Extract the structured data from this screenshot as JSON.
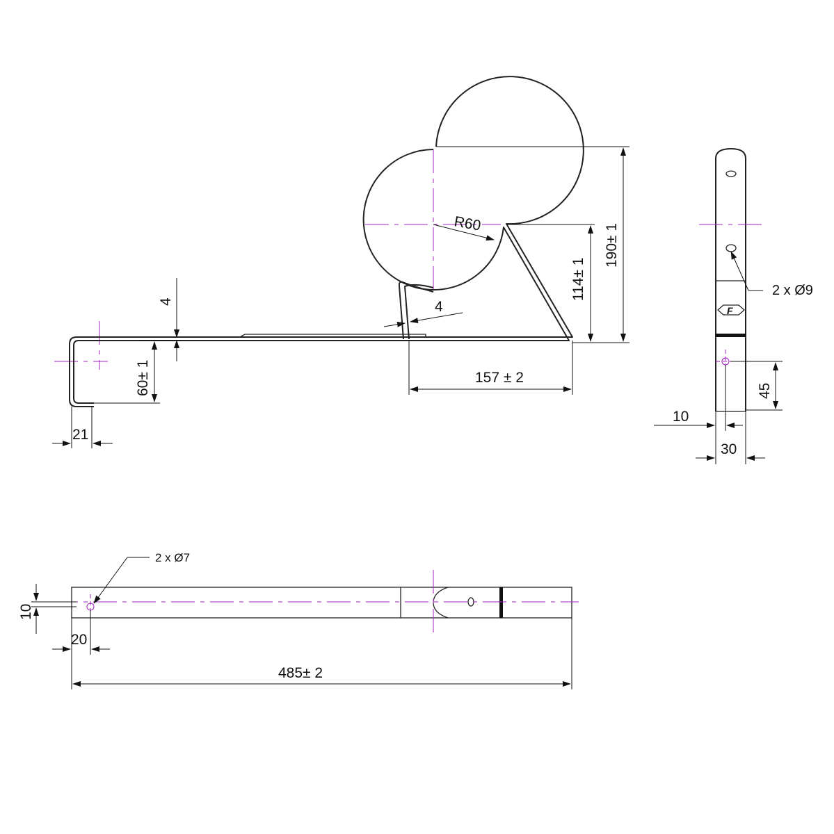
{
  "colors": {
    "outline": "#222222",
    "dimension": "#111111",
    "centerline": "#a020c0"
  },
  "side_view": {
    "radius_label": "R60",
    "thickness_label_top": "4",
    "thickness_label_slot": "4",
    "height_hook_label": "60± 1",
    "height_arc_center_label": "114± 1",
    "height_total_label": "190± 1",
    "width_base_label": "157 ± 2",
    "offset_hook_label": "21"
  },
  "end_view": {
    "hole_label": "2 x Ø9",
    "hole_offset_label": "45",
    "edge_offset_label": "10",
    "width_label": "30",
    "logo_text": "F"
  },
  "plan_view": {
    "hole_label": "2 x Ø7",
    "hole_offset_y_label": "10",
    "hole_offset_x_label": "20",
    "length_label": "485± 2"
  }
}
